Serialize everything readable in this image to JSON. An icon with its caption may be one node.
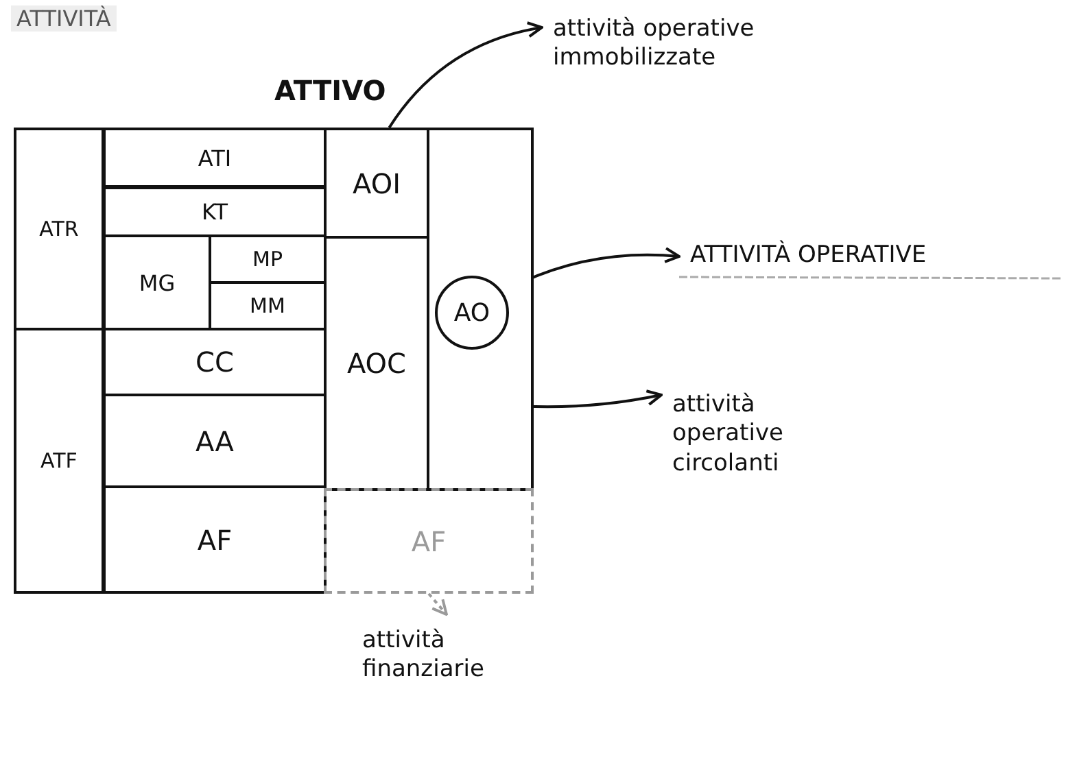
{
  "diagram": {
    "title": "ATTIVITÀ",
    "nodes": [
      {
        "text": [
          "ATR"
        ]
      },
      {
        "text": [
          "ATI"
        ]
      },
      {
        "text": [
          "KT"
        ]
      },
      {
        "text": [
          "MG"
        ]
      },
      {
        "text": [
          "MP"
        ]
      },
      {
        "text": [
          "MM"
        ]
      },
      {
        "text": [
          "ATF"
        ]
      },
      {
        "text": [
          "CC"
        ]
      },
      {
        "text": [
          "AA"
        ]
      },
      {
        "text": [
          "AF"
        ]
      },
      {
        "text": [
          "AOI"
        ]
      },
      {
        "text": [
          "AOC"
        ]
      },
      {
        "text": [],
        "shape": "box"
      },
      {
        "text": [
          "AO"
        ],
        "in": 12
      },
      {
        "text": [
          "AF"
        ]
      },
      {
        "text": [
          "attività operative immobilizzate"
        ]
      },
      {
        "text": [
          "ATTIVITÀ OPERATIVE"
        ]
      },
      {
        "text": [
          "attività operative circolanti"
        ]
      },
      {
        "text": [
          "attività finanziarie"
        ]
      }
    ],
    "edges": [
      {
        "from": 10,
        "to": 15,
        "arrow": "to"
      },
      {
        "from": 13,
        "to": 16,
        "arrow": "to"
      },
      {
        "from": 11,
        "to": 17,
        "arrow": "to"
      },
      {
        "from": 14,
        "to": 18,
        "arrow": "to",
        "style": "dashed",
        "color": "#9a9a9a"
      }
    ],
    "labels": [
      "ATTIVO"
    ]
  }
}
